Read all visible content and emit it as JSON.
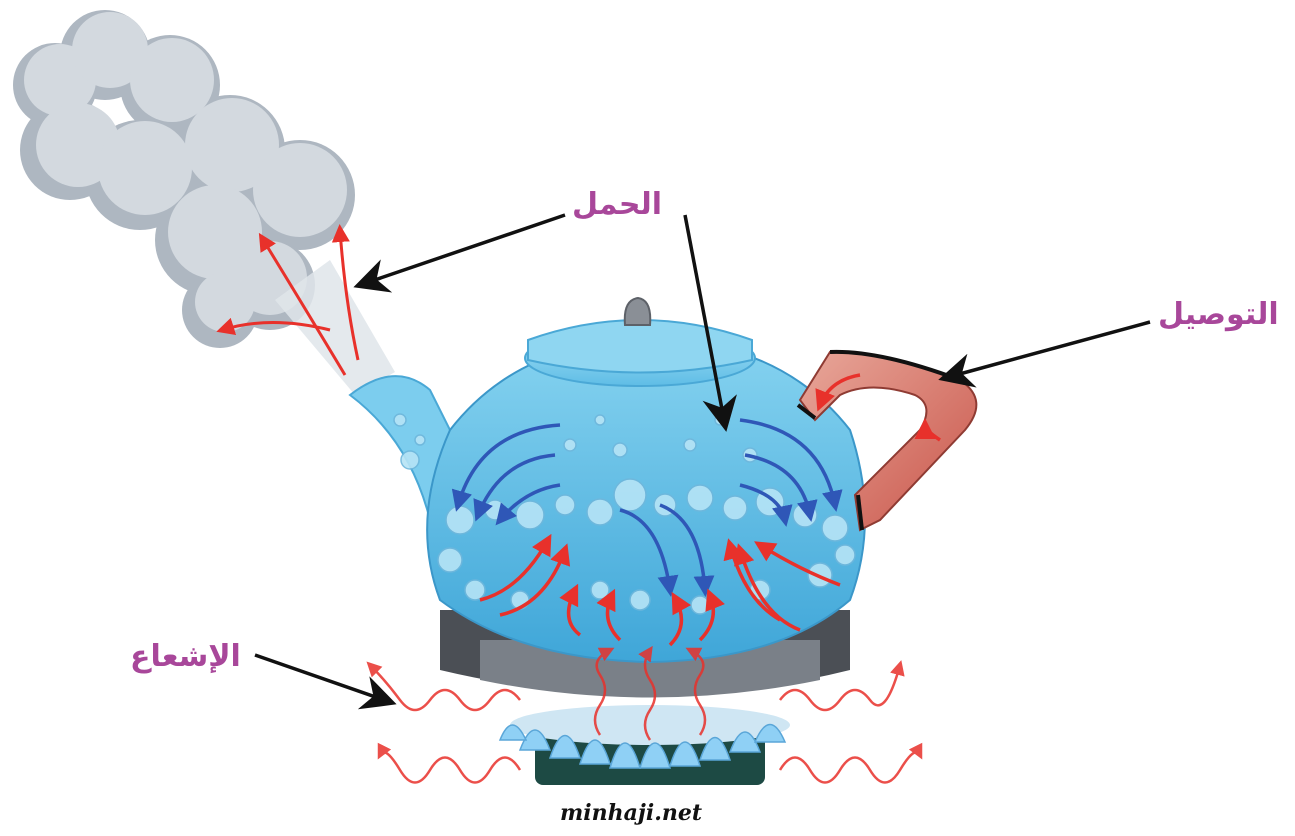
{
  "labels": {
    "convection": "الحمل",
    "conduction": "التوصيل",
    "radiation": "الإشعاع"
  },
  "watermark": "minhaji.net",
  "colors": {
    "label_purple": "#a8479a",
    "heat_red": "#e8312b",
    "cool_blue": "#2f57b7",
    "steam_gray": "#c9d0d8",
    "kettle_blue": "#64c0e8",
    "flame_blue": "#8fd0f5"
  },
  "icons": [
    "steam-cloud-icon",
    "kettle-icon",
    "gas-burner-icon",
    "flame-icon"
  ]
}
